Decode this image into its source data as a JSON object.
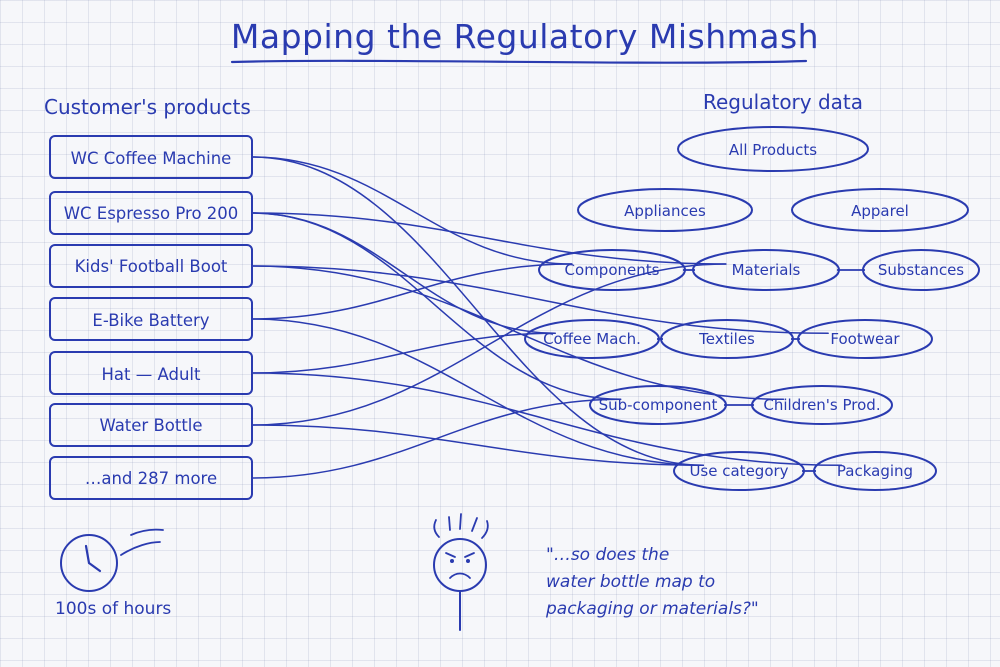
{
  "title": "Mapping the Regulatory Mishmash",
  "colors": {
    "ink": "#2a3bb0",
    "paper": "#f6f7fa"
  },
  "left_column": {
    "heading": "Customer's products",
    "items": [
      {
        "id": "coffee-machine",
        "label": "WC Coffee Machine"
      },
      {
        "id": "espresso-pro",
        "label": "WC Espresso Pro 200"
      },
      {
        "id": "football-boot",
        "label": "Kids' Football Boot"
      },
      {
        "id": "ebike-battery",
        "label": "E-Bike Battery"
      },
      {
        "id": "hat-adult",
        "label": "Hat — Adult"
      },
      {
        "id": "water-bottle",
        "label": "Water Bottle"
      },
      {
        "id": "more",
        "label": "…and 287 more"
      }
    ]
  },
  "right_column": {
    "heading": "Regulatory data",
    "nodes": [
      {
        "id": "all-products",
        "label": "All Products"
      },
      {
        "id": "appliances",
        "label": "Appliances"
      },
      {
        "id": "apparel",
        "label": "Apparel"
      },
      {
        "id": "components",
        "label": "Components"
      },
      {
        "id": "materials",
        "label": "Materials"
      },
      {
        "id": "substances",
        "label": "Substances"
      },
      {
        "id": "coffee-mach",
        "label": "Coffee Mach."
      },
      {
        "id": "textiles",
        "label": "Textiles"
      },
      {
        "id": "footwear",
        "label": "Footwear"
      },
      {
        "id": "sub-component",
        "label": "Sub-component"
      },
      {
        "id": "childrens-prod",
        "label": "Children's Prod."
      },
      {
        "id": "use-category",
        "label": "Use category"
      },
      {
        "id": "packaging",
        "label": "Packaging"
      }
    ]
  },
  "node_links": [
    [
      "components",
      "materials"
    ],
    [
      "materials",
      "substances"
    ],
    [
      "coffee-mach",
      "textiles"
    ],
    [
      "textiles",
      "footwear"
    ],
    [
      "sub-component",
      "childrens-prod"
    ],
    [
      "use-category",
      "packaging"
    ]
  ],
  "mappings": [
    [
      "coffee-machine",
      "components"
    ],
    [
      "coffee-machine",
      "use-category"
    ],
    [
      "espresso-pro",
      "coffee-mach"
    ],
    [
      "espresso-pro",
      "sub-component"
    ],
    [
      "espresso-pro",
      "materials"
    ],
    [
      "football-boot",
      "footwear"
    ],
    [
      "football-boot",
      "childrens-prod"
    ],
    [
      "ebike-battery",
      "components"
    ],
    [
      "ebike-battery",
      "use-category"
    ],
    [
      "hat-adult",
      "coffee-mach"
    ],
    [
      "hat-adult",
      "packaging"
    ],
    [
      "water-bottle",
      "materials"
    ],
    [
      "water-bottle",
      "use-category"
    ],
    [
      "more",
      "sub-component"
    ]
  ],
  "clock_caption": "100s of hours",
  "quote": {
    "lines": [
      "\"…so does the",
      "water bottle map to",
      "packaging or materials?\""
    ]
  }
}
